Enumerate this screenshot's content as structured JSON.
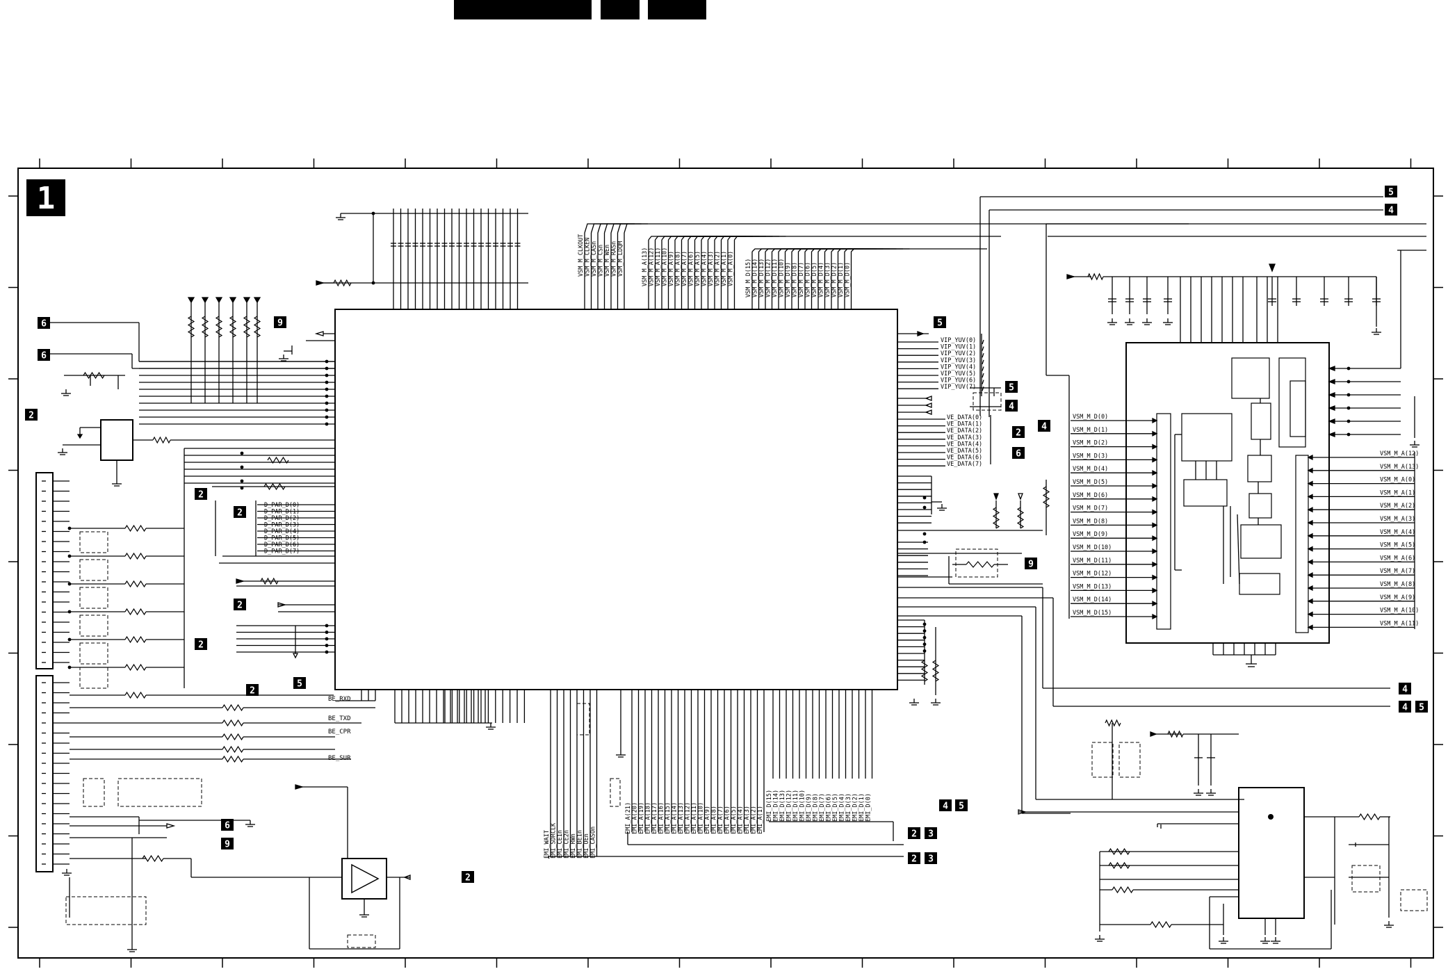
{
  "sheet": {
    "number": "1"
  },
  "header": {
    "blocks": 3
  },
  "grid": {
    "columns": 16,
    "rows": 9
  },
  "vip_yuv": [
    "VIP_YUV(0)",
    "VIP_YUV(1)",
    "VIP_YUV(2)",
    "VIP_YUV(3)",
    "VIP_YUV(4)",
    "VIP_YUV(5)",
    "VIP_YUV(6)",
    "VIP_YUV(7)"
  ],
  "ve_data": [
    "VE_DATA(0)",
    "VE_DATA(1)",
    "VE_DATA(2)",
    "VE_DATA(3)",
    "VE_DATA(4)",
    "VE_DATA(5)",
    "VE_DATA(6)",
    "VE_DATA(7)"
  ],
  "d_par": [
    "D_PAR_D(0)",
    "D_PAR_D(1)",
    "D_PAR_D(2)",
    "D_PAR_D(3)",
    "D_PAR_D(4)",
    "D_PAR_D(5)",
    "D_PAR_D(6)",
    "D_PAR_D(7)"
  ],
  "vsm_d": [
    "VSM_M_D(0)",
    "VSM_M_D(1)",
    "VSM_M_D(2)",
    "VSM_M_D(3)",
    "VSM_M_D(4)",
    "VSM_M_D(5)",
    "VSM_M_D(6)",
    "VSM_M_D(7)",
    "VSM_M_D(8)",
    "VSM_M_D(9)",
    "VSM_M_D(10)",
    "VSM_M_D(11)",
    "VSM_M_D(12)",
    "VSM_M_D(13)",
    "VSM_M_D(14)",
    "VSM_M_D(15)"
  ],
  "vsm_a_right": [
    "VSM_M_A(12)",
    "VSM_M_A(13)",
    "VSM_M_A(0)",
    "VSM_M_A(1)",
    "VSM_M_A(2)",
    "VSM_M_A(3)",
    "VSM_M_A(4)",
    "VSM_M_A(5)",
    "VSM_M_A(6)",
    "VSM_M_A(7)",
    "VSM_M_A(8)",
    "VSM_M_A(9)",
    "VSM_M_A(10)",
    "VSM_M_A(11)"
  ],
  "top_ctrl": [
    "VSM_M_CLKOUT",
    "VSM_M_CLKEN",
    "VSM_M_CASn",
    "VSM_M_CSn",
    "VSM_M_WEn",
    "VSM_M_RASn",
    "VSM_M_LDQM"
  ],
  "top_addr": [
    "VSM_M_A(13)",
    "VSM_M_A(12)",
    "VSM_M_A(11)",
    "VSM_M_A(10)",
    "VSM_M_A(9)",
    "VSM_M_A(8)",
    "VSM_M_A(7)",
    "VSM_M_A(6)",
    "VSM_M_A(5)",
    "VSM_M_A(4)",
    "VSM_M_A(3)",
    "VSM_M_A(2)",
    "VSM_M_A(1)",
    "VSM_M_A(0)"
  ],
  "top_data": [
    "VSM_M_D(15)",
    "VSM_M_D(14)",
    "VSM_M_D(13)",
    "VSM_M_D(12)",
    "VSM_M_D(11)",
    "VSM_M_D(10)",
    "VSM_M_D(9)",
    "VSM_M_D(8)",
    "VSM_M_D(7)",
    "VSM_M_D(6)",
    "VSM_M_D(5)",
    "VSM_M_D(4)",
    "VSM_M_D(3)",
    "VSM_M_D(2)",
    "VSM_M_D(1)",
    "VSM_M_D(0)"
  ],
  "emi_ctrl": [
    "EMI_WAIT",
    "EMI_SDRCLK",
    "EMI_CE1n",
    "EMI_CE2n",
    "EMI_RWn",
    "EMI_BE1n",
    "EMI_OEn",
    "EMI_CASOn"
  ],
  "emi_addr": [
    "EMI_A(21)",
    "EMI_A(20)",
    "EMI_A(19)",
    "EMI_A(18)",
    "EMI_A(17)",
    "EMI_A(16)",
    "EMI_A(15)",
    "EMI_A(14)",
    "EMI_A(13)",
    "EMI_A(12)",
    "EMI_A(11)",
    "EMI_A(10)",
    "EMI_A(9)",
    "EMI_A(8)",
    "EMI_A(7)",
    "EMI_A(6)",
    "EMI_A(5)",
    "EMI_A(4)",
    "EMI_A(3)",
    "EMI_A(2)",
    "EMI_A(1)"
  ],
  "emi_data": [
    "EMI_D(15)",
    "EMI_D(14)",
    "EMI_D(13)",
    "EMI_D(12)",
    "EMI_D(11)",
    "EMI_D(10)",
    "EMI_D(9)",
    "EMI_D(8)",
    "EMI_D(7)",
    "EMI_D(6)",
    "EMI_D(5)",
    "EMI_D(4)",
    "EMI_D(3)",
    "EMI_D(2)",
    "EMI_D(1)",
    "EMI_D(0)"
  ],
  "be_signals": [
    "BE_RXD",
    "BE_TXD",
    "BE_CPR",
    "BE_SUR"
  ],
  "badges": [
    "2",
    "3",
    "4",
    "5",
    "6",
    "9"
  ]
}
